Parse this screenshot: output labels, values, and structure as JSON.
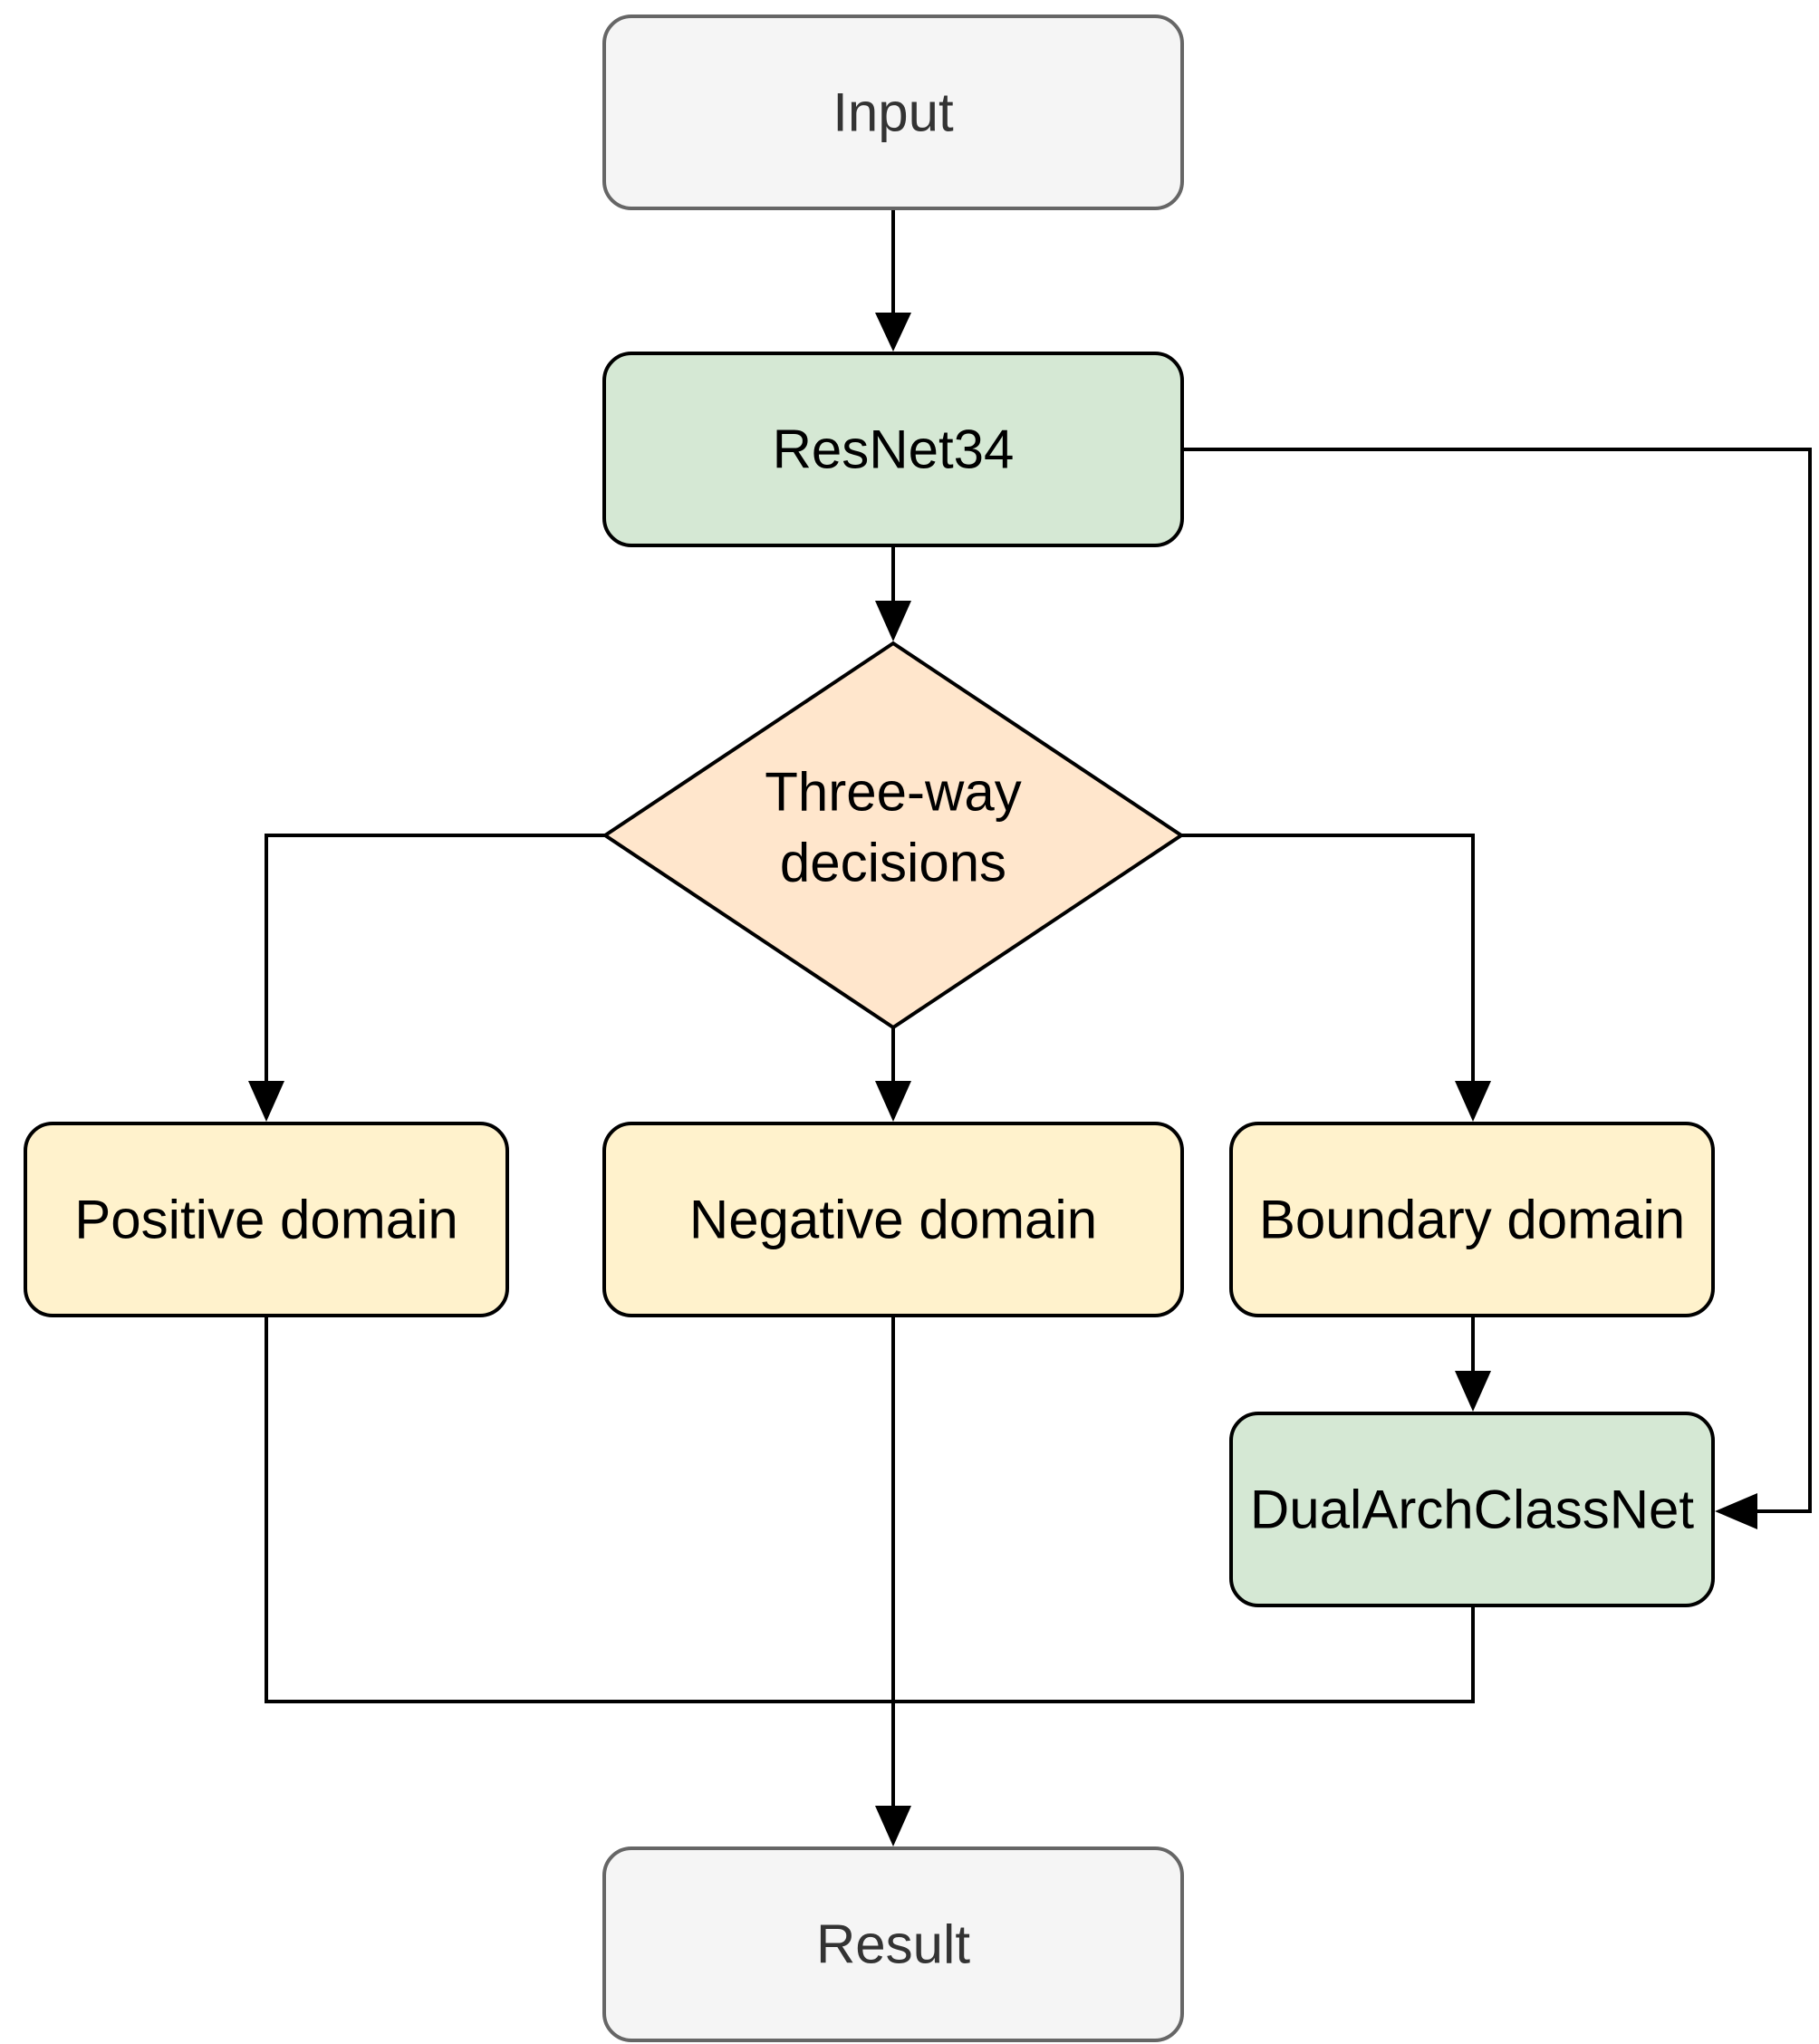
{
  "colors": {
    "terminal_fill": "#f5f5f5",
    "terminal_stroke": "#666666",
    "terminal_text": "#333333",
    "model_fill": "#d5e8d4",
    "decision_fill": "#ffe6cc",
    "domain_fill": "#fff2cc",
    "stroke": "#000000",
    "text": "#000000"
  },
  "nodes": {
    "input": {
      "label": "Input"
    },
    "resnet": {
      "label": "ResNet34"
    },
    "decision": {
      "line1": "Three-way",
      "line2": "decisions"
    },
    "positive": {
      "label": "Positive domain"
    },
    "negative": {
      "label": "Negative domain"
    },
    "boundary": {
      "label": "Boundary domain"
    },
    "dualarch": {
      "label": "DualArchClassNet"
    },
    "result": {
      "label": "Result"
    }
  },
  "edges": [
    {
      "from": "input",
      "to": "resnet"
    },
    {
      "from": "resnet",
      "to": "decision"
    },
    {
      "from": "resnet",
      "to": "dualarch"
    },
    {
      "from": "decision",
      "to": "positive"
    },
    {
      "from": "decision",
      "to": "negative"
    },
    {
      "from": "decision",
      "to": "boundary"
    },
    {
      "from": "boundary",
      "to": "dualarch"
    },
    {
      "from": "positive",
      "to": "result"
    },
    {
      "from": "negative",
      "to": "result"
    },
    {
      "from": "dualarch",
      "to": "result"
    }
  ]
}
